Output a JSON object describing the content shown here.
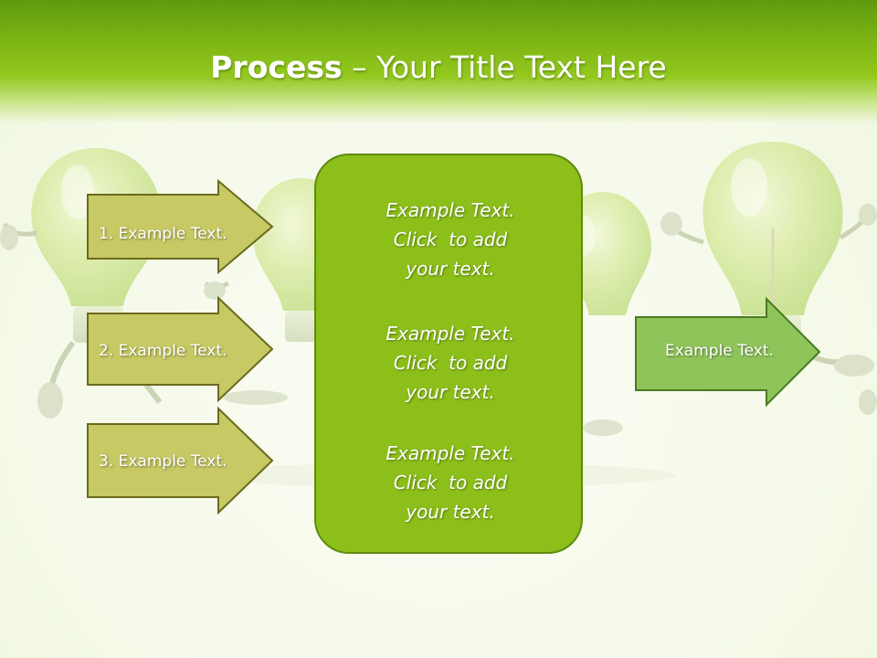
{
  "slide": {
    "title_bold": "Process",
    "title_rest": " – Your Title Text Here"
  },
  "left_arrows": [
    {
      "label": "1. Example Text."
    },
    {
      "label": "2. Example Text."
    },
    {
      "label": "3. Example Text."
    }
  ],
  "center_box": {
    "paragraphs": [
      "Example Text.\nClick  to add\nyour text.",
      "Example Text.\nClick  to add\nyour text.",
      "Example Text.\nClick  to add\nyour text."
    ]
  },
  "right_arrow": {
    "label": "Example Text."
  },
  "colors": {
    "header_green": "#7eb614",
    "left_arrow_fill": "#c6c964",
    "left_arrow_border": "#6b6a1c",
    "center_fill": "#8cbf1a",
    "center_border": "#5f8a0e",
    "right_arrow_fill": "#8fc45a",
    "right_arrow_border": "#4a7a1e"
  },
  "background_art": "light-bulb-characters"
}
